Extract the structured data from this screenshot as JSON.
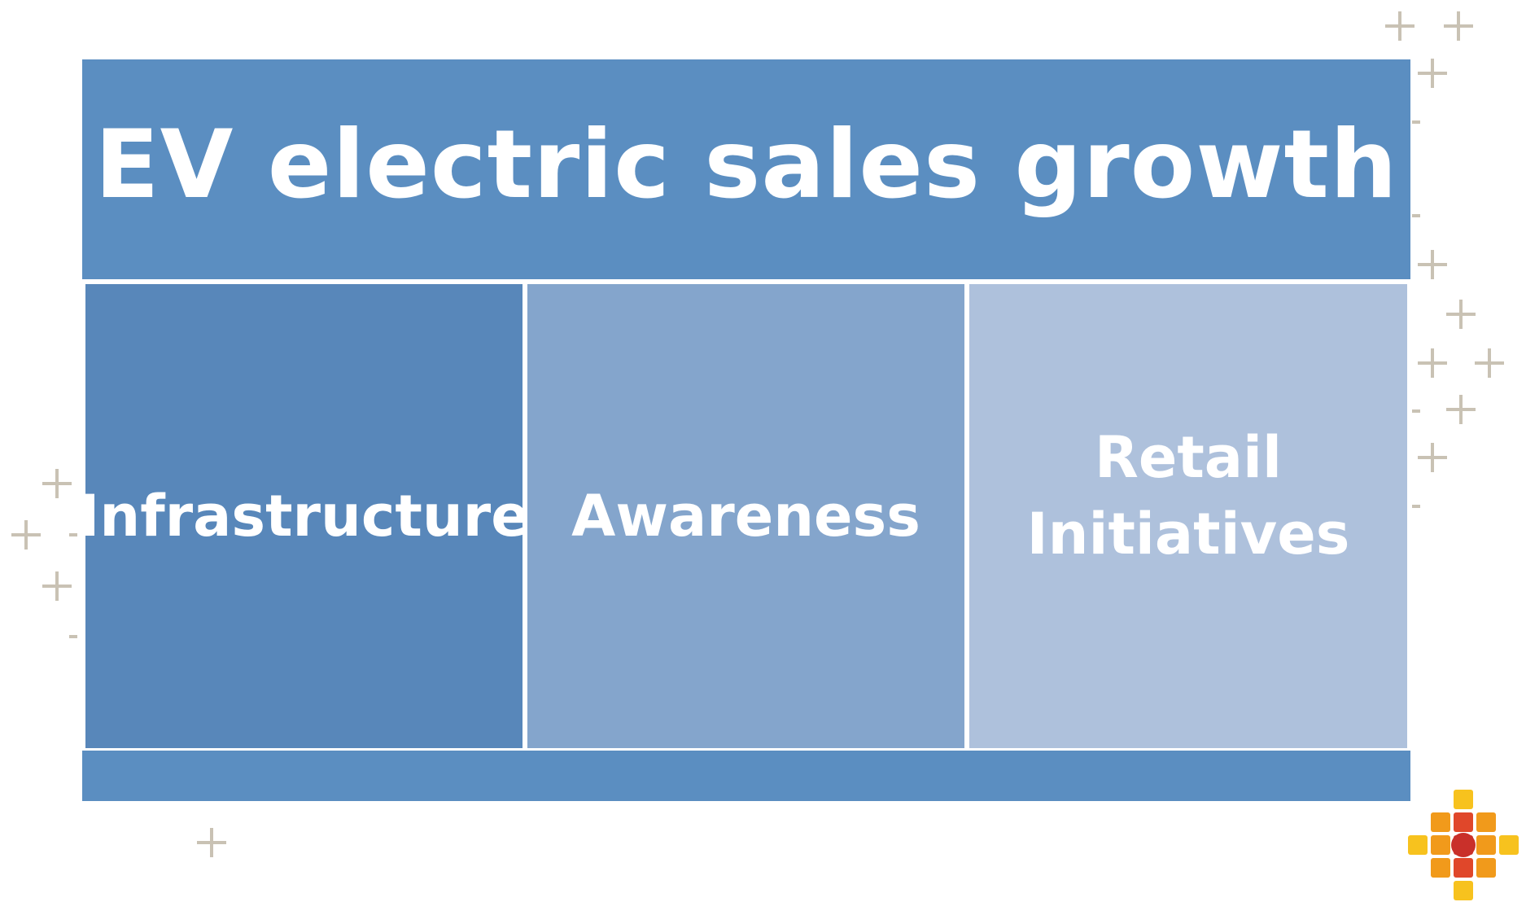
{
  "diagram": {
    "title": "EV electric sales growth",
    "panels": [
      {
        "label": "Infrastructure"
      },
      {
        "label": "Awareness"
      },
      {
        "label": "Retail\nInitiatives"
      }
    ]
  },
  "colors": {
    "title_bar": "#5b8ec1",
    "panel_1": "#5887ba",
    "panel_2": "#84a5cc",
    "panel_3": "#aec1dc",
    "bottom_bar": "#5b8ec1",
    "plus_marks": "#c9c2b4",
    "logo_orange": "#f19a1b",
    "logo_yellow": "#f7c21e",
    "logo_red": "#e0472a",
    "logo_dark_red": "#c9302a"
  },
  "icons": {
    "decoration": "plus-sign-icon",
    "logo": "cross-grid-logo-icon"
  }
}
